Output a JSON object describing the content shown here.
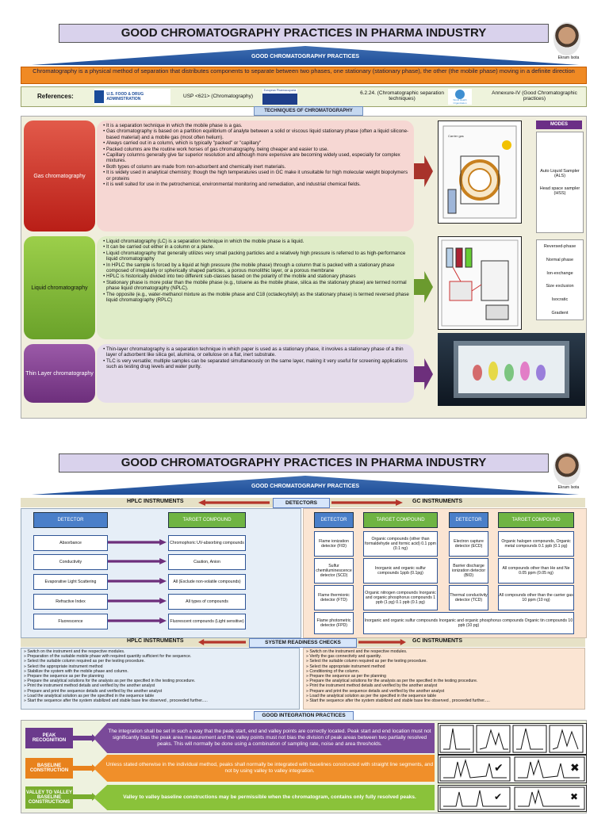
{
  "page1": {
    "title": "GOOD CHROMATOGRAPHY PRACTICES IN PHARMA INDUSTRY",
    "author": "Ekram Isota",
    "subtitle": "GOOD CHROMATOGRAPHY PRACTICES",
    "definition": "Chromatography is a physical method of separation that distributes components to separate between two phases, one stationary (stationary phase), the other (the mobile phase) moving in a definite direction",
    "references_label": "References:",
    "references": [
      {
        "logo": "U.S. FOOD & DRUG ADMINISTRATION",
        "text": "USP <621> (Chromatography)"
      },
      {
        "logo": "European Pharmacopoeia",
        "text": "6.2.24. (Chromatographic separation techniques)"
      },
      {
        "logo": "World Health Organization",
        "text": "Annexure-IV (Good Chromatographic practices)"
      }
    ],
    "techniques_header": "TECHNIQUES OF CHROMATOGRAPHY",
    "techniques": [
      {
        "name": "Gas chromatography",
        "points": [
          "It is a separation technique in which the mobile phase is a gas.",
          "Gas chromatography is based on a partition equilibrium of analyte between a solid or viscous liquid stationary phase (often a liquid silicone-based material) and a mobile gas (most often helium).",
          "Always carried out in a column, which is typically \"packed\" or \"capillary\"",
          "Packed columns are the routine work horses of gas chromatography, being cheaper and easier to use.",
          "Capillary columns generally give far superior resolution and although more expensive are becoming widely used, especially for complex mixtures.",
          "Both types of column are made from non-adsorbent and chemically inert materials.",
          "It is widely used in analytical chemistry; though the high temperatures used in GC make it unsuitable for high molecular weight biopolymers or proteins",
          "it is well suited for use in the petrochemical, environmental monitoring and remediation, and industrial chemical fields."
        ],
        "modes_header": "MODES",
        "modes": [
          "Auto Liquid Sampler (ALS)",
          "Head space sampler (HSS)"
        ]
      },
      {
        "name": "Liquid chromatography",
        "points": [
          "Liquid chromatography (LC) is a separation technique in which the mobile phase is a liquid.",
          "It can be carried out either in a column or a plane.",
          "Liquid chromatography that generally utilizes very small packing particles and a relatively high pressure is referred to as high-performance liquid chromatography",
          "In HPLC the sample is forced by a liquid at high pressure (the mobile phase) through a column that is packed with a stationary phase composed of irregularly or spherically shaped particles, a porous monolithic layer, or a porous membrane",
          "HPLC is historically divided into two different sub-classes based on the polarity of the mobile and stationary phases",
          "Stationary phase is more polar than the mobile phase (e.g., toluene as the mobile phase, silica as the stationary phase) are termed normal phase liquid chromatography (NPLC).",
          "The opposite (e.g., water-methanol mixture as the mobile phase and C18 (octadecylsilyl) as the stationary phase) is termed reversed phase liquid chromatography (RPLC)"
        ],
        "modes": [
          "Reversed-phase",
          "Normal phase",
          "Ion-exchange",
          "Size exclusion",
          "Isocratic",
          "Gradient"
        ]
      },
      {
        "name": "Thin Layer chromatography",
        "points": [
          "Thin-layer chromatography is a separation technique in which paper is used as a stationary phase, it involves a stationary phase of a thin layer of adsorbent like silica gel, alumina, or cellulose on a flat, inert substrate.",
          "TLC is very versatile; multiple samples can be separated simultaneously on the same layer, making it very useful for screening applications such as testing drug levels and water purity."
        ]
      }
    ]
  },
  "page2": {
    "title": "GOOD CHROMATOGRAPHY PRACTICES IN PHARMA INDUSTRY",
    "author": "Ekram Isota",
    "subtitle": "GOOD CHROMATOGRAPHY PRACTICES",
    "hplc_label": "HPLC INSTRUMENTS",
    "gc_label": "GC INSTRUMENTS",
    "detectors_label": "DETECTORS",
    "hplc_detector_head": "DETECTOR",
    "hplc_target_head": "TARGET COMPOUND",
    "hplc_detectors": [
      {
        "detector": "Absorbance",
        "target": "Chromophoric UV-absorbing compounds"
      },
      {
        "detector": "Conductivity",
        "target": "Caution, Anion"
      },
      {
        "detector": "Evaporative Light Scattering",
        "target": "All (Exclude non-volatile compounds)"
      },
      {
        "detector": "Refractive Index",
        "target": "All types of compounds"
      },
      {
        "detector": "Fluorescence",
        "target": "Fluorescent compounds (Light sensitive)"
      }
    ],
    "gc_detector_head": "DETECTOR",
    "gc_target_head": "TARGET COMPOUND",
    "gc_detectors_left": [
      {
        "detector": "Flame ionization detector (FID)",
        "target": "Organic compounds (other than formaldehyde and formic acid) 0.1 ppm (0.1 ng)"
      },
      {
        "detector": "Sulfur chemiluminescence detector (SCD)",
        "target": "Inorganic and organic sulfur compounds 1ppb (0.1pg)"
      },
      {
        "detector": "Flame thermionic detector (FTD)",
        "target": "Organic nitrogen compounds Inorganic and organic phosphorus compounds 1 ppb (1 pg) 0.1 ppb (0.1 pg)"
      }
    ],
    "gc_detectors_right": [
      {
        "detector": "Electron capture detector (ECD)",
        "target": "Organic halogen compounds, Organic metal compounds 0.1 ppb (0.1 pg)"
      },
      {
        "detector": "Barrier discharge ionization detector (BID)",
        "target": "All compounds other than He and Ne 0.05 ppm (0.05 ng)"
      },
      {
        "detector": "Thermal conductivity detector (TCD)",
        "target": "All compounds other than the carrier gas 10 ppm (10 ng)"
      }
    ],
    "gc_fpd": {
      "detector": "Flame photometric detector (FPD)",
      "target": "Inorganic and organic sulfur compounds Inorganic and organic phosphorus compounds Organic tin compounds 10 ppb (10 pg)"
    },
    "readiness_label": "SYSTEM READINESS CHECKS",
    "hplc_steps": [
      "Switch on the instrument and the respective modules.",
      "Preparation of the suitable mobile phase with required quantity sufficient for the sequence.",
      "Select the suitable column required as per the testing procedure.",
      "Select the appropriate instrument method",
      "Stabilize the system with the mobile phase and column.",
      "Prepare the sequence as per the planning",
      "Prepare the analytical solutions for the analysis as per the specified in the testing procedure.",
      "Print the instrument method details and verified by the another analyst",
      "Prepare and print the sequence details and verified by the another analyst",
      "Load the analytical solution as per the specified in the sequence table",
      "Start the sequence after the system stabilized and stable base line observed , proceeded further....."
    ],
    "gc_steps": [
      "Switch on the instrument and the respective modules.",
      "Verify the gas connectivity and quantity.",
      "Select the suitable column required as per the testing procedure.",
      "Select the appropriate instrument method",
      "Conditioning of the column.",
      "Prepare the sequence as per the planning",
      "Prepare the analytical solutions for the analysis as per the specified in the testing procedure.",
      "Print the instrument method details and verified by the another analyst",
      "Prepare and print the sequence details and verified by the another analyst",
      "Load the analytical solution as per the specified in the sequence table",
      "Start the sequence after the system stabilized and stable base line observed , proceeded further....."
    ],
    "integration_label": "GOOD INTEGRATION PRACTICES",
    "integration": [
      {
        "label": "PEAK RECOGNITION",
        "text": "The integration shall be set in such a way that the peak start, end and valley points are correctly located. Peak start and end location must not significantly bias the peak area measurement and the valley points must not bias the division of peak areas between two partially resolved peaks. This will normally be done using a combination of sampling rate, noise and area thresholds.",
        "color": "#6b3a8c"
      },
      {
        "label": "BASELINE CONSTRUCTION",
        "text": "Unless stated otherwise in the individual method, peaks shall normally be integrated with baselines constructed with straight line segments, and not by using valley to valley integration.",
        "color": "#e8821c"
      },
      {
        "label": "VALLEY TO VALLEY BASELINE CONSTRUCTIONS",
        "text": "Valley to valley baseline constructions may be permissible when the chromatogram, contains only fully resolved peaks.",
        "color": "#79ad2e"
      }
    ]
  }
}
